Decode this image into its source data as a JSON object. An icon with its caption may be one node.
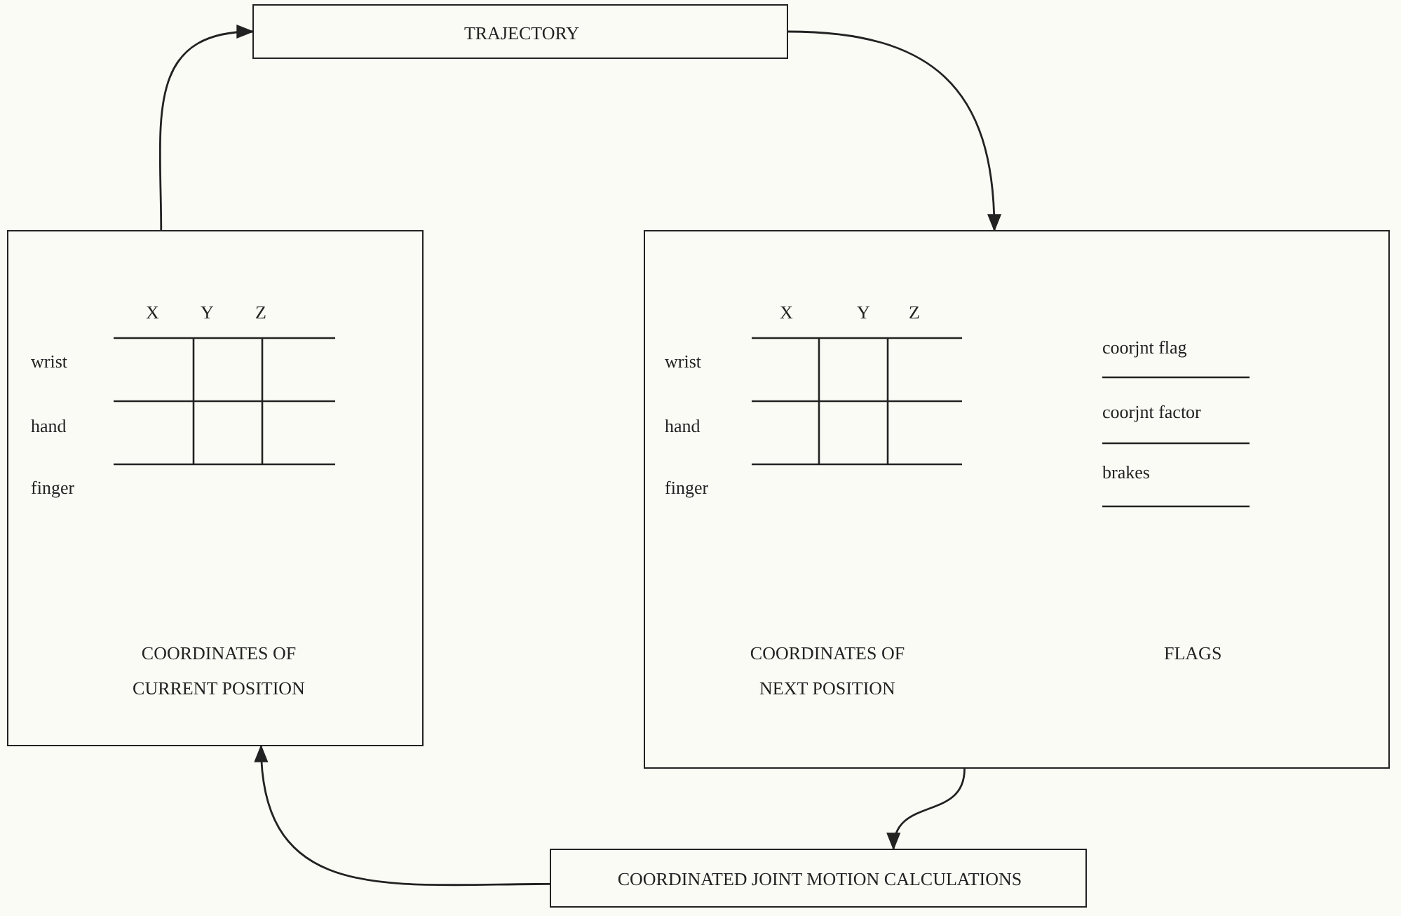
{
  "diagram": {
    "nodes": [
      {
        "text": [
          "TRAJECTORY"
        ]
      },
      {
        "text": [
          "X",
          "Y",
          "Z",
          "wrist",
          "hand",
          "finger",
          "COORDINATES OF CURRENT POSITION"
        ]
      },
      {
        "text": [
          "X",
          "Y",
          "Z",
          "wrist",
          "coorjnt flag",
          "hand",
          "coorjnt factor",
          "finger",
          "brakes",
          "COORDINATES OF NEXT POSITION",
          "FLAGS"
        ]
      },
      {
        "text": [
          "COORDINATED JOINT MOTION CALCULATIONS"
        ]
      }
    ],
    "edges": [
      {
        "from": 1,
        "to": 0,
        "arrow": "to"
      },
      {
        "from": 0,
        "to": 2,
        "arrow": "to"
      },
      {
        "from": 2,
        "to": 3,
        "arrow": "to"
      },
      {
        "from": 3,
        "to": 1,
        "arrow": "to"
      }
    ]
  }
}
